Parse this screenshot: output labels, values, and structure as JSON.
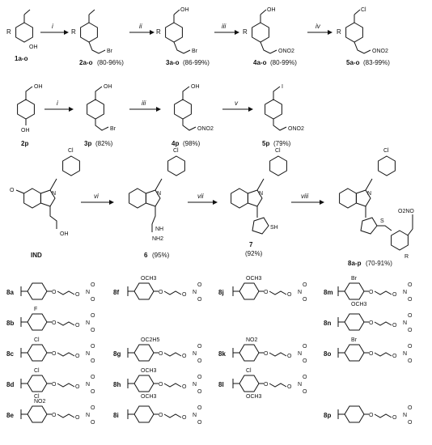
{
  "row1": {
    "compounds": [
      {
        "id": "1a-o",
        "r": "R",
        "sub": "OH",
        "yield": ""
      },
      {
        "id": "2a-o",
        "r": "R",
        "sub": "Br",
        "yield": "(80-96%)"
      },
      {
        "id": "3a-o",
        "r": "R",
        "sub": "Br",
        "yield": "(86-99%)"
      },
      {
        "id": "4a-o",
        "r": "R",
        "sub": "ONO2",
        "yield": "(80-99%)"
      },
      {
        "id": "5a-o",
        "r": "R",
        "sub": "ONO2",
        "yield": "(83-99%)"
      }
    ],
    "steps": [
      "i",
      "ii",
      "iii",
      "iv"
    ],
    "atom_cl": "Cl",
    "atom_oh": "OH"
  },
  "row2": {
    "compounds": [
      {
        "id": "2p",
        "yield": ""
      },
      {
        "id": "3p",
        "yield": "(82%)"
      },
      {
        "id": "4p",
        "yield": "(98%)"
      },
      {
        "id": "5p",
        "yield": "(79%)"
      }
    ],
    "steps": [
      "i",
      "iii",
      "v"
    ],
    "atom_i": "I"
  },
  "row3": {
    "compounds": [
      {
        "id": "IND",
        "yield": ""
      },
      {
        "id": "6",
        "yield": "(95%)"
      },
      {
        "id": "7",
        "yield": "(92%)"
      },
      {
        "id": "8a-p",
        "yield": "(70-91%)"
      }
    ],
    "steps": [
      "vi",
      "vii",
      "viii"
    ],
    "atoms": {
      "cl": "Cl",
      "n": "N",
      "o": "O",
      "oh": "OH",
      "nh": "NH",
      "nh2": "NH2",
      "sh": "SH",
      "s": "S",
      "no2": "O2NO",
      "r": "R"
    }
  },
  "derivatives": [
    {
      "id": "8a",
      "subs": []
    },
    {
      "id": "8b",
      "subs": [
        "F"
      ]
    },
    {
      "id": "8c",
      "subs": [
        "Cl"
      ]
    },
    {
      "id": "8d",
      "subs": [
        "Cl",
        "Cl"
      ]
    },
    {
      "id": "8e",
      "subs": [
        "NO2"
      ]
    },
    {
      "id": "8f",
      "subs": [
        "OCH3"
      ]
    },
    {
      "id": "8g",
      "subs": [
        "OC2H5"
      ]
    },
    {
      "id": "8h",
      "subs": [
        "OCH3",
        "OCH3"
      ]
    },
    {
      "id": "8i",
      "subs": []
    },
    {
      "id": "8j",
      "subs": [
        "OCH3"
      ]
    },
    {
      "id": "8k",
      "subs": [
        "NO2"
      ]
    },
    {
      "id": "8l",
      "subs": [
        "Cl",
        "OCH3"
      ]
    },
    {
      "id": "8m",
      "subs": [
        "Br",
        "OCH3"
      ]
    },
    {
      "id": "8n",
      "subs": []
    },
    {
      "id": "8o",
      "subs": [
        "Br"
      ]
    },
    {
      "id": "8p",
      "subs": []
    }
  ],
  "nitrate": {
    "o": "O",
    "n": "N"
  }
}
